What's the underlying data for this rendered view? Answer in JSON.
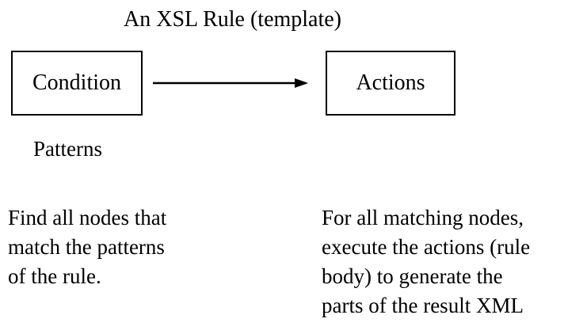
{
  "title": "An XSL Rule (template)",
  "condition": {
    "label": "Condition",
    "sublabel": "Patterns",
    "description": [
      "Find all nodes that",
      "match the patterns",
      "of the rule."
    ]
  },
  "actions": {
    "label": "Actions",
    "description": [
      "For all matching nodes,",
      "execute the actions (rule",
      "body) to generate the",
      "parts of the result XML"
    ]
  },
  "connector": {
    "icon": "arrow-right-icon",
    "color": "#000000"
  }
}
